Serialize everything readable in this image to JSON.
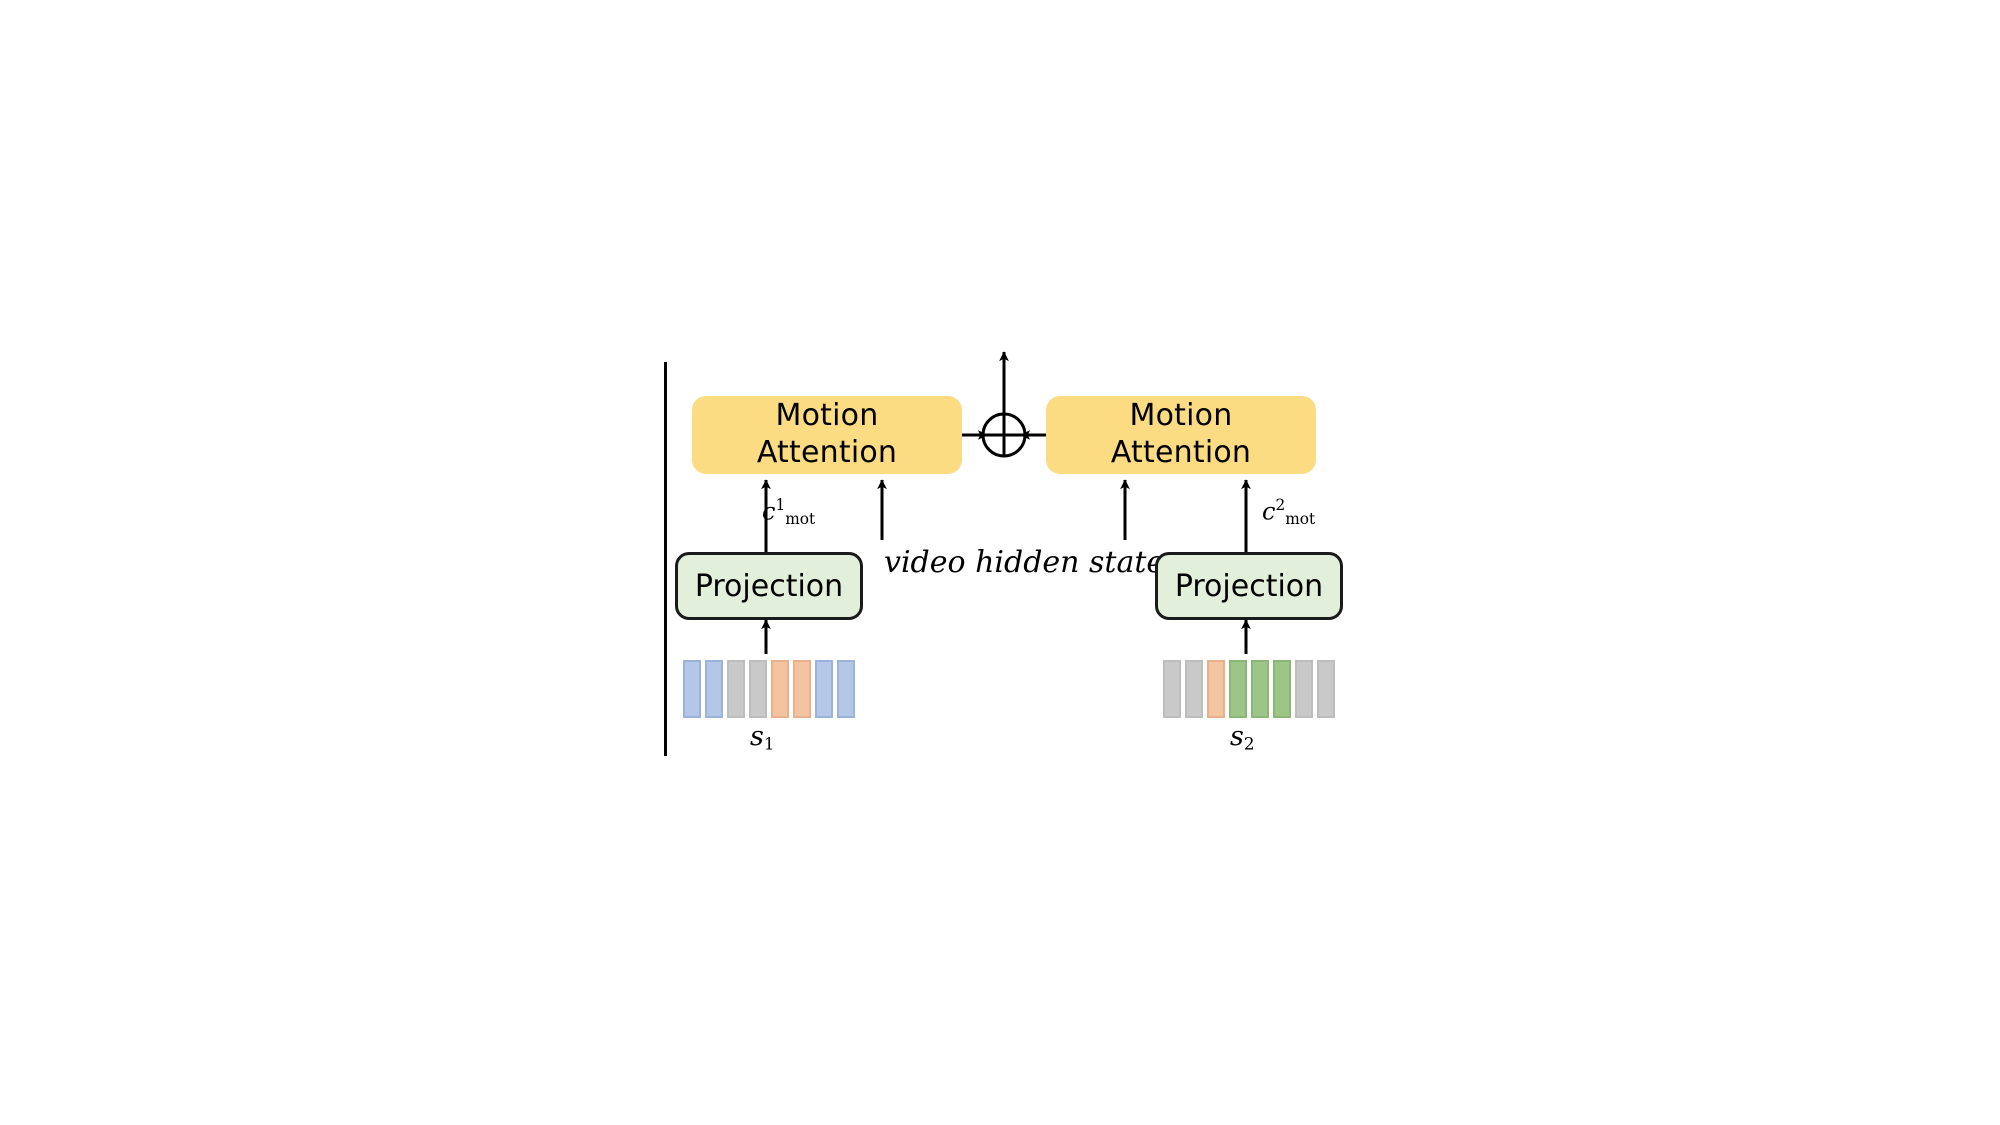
{
  "figure": {
    "name": "motion-attention-fusion-diagram",
    "background": "#ffffff"
  },
  "colors": {
    "attention_fill": "#fcdc82",
    "projection_fill": "#e2efda",
    "projection_border": "#1a1a1a",
    "token_blue": "#b4c7e7",
    "token_blue_border": "#9bb3da",
    "token_gray": "#c9c9c9",
    "token_gray_border": "#bdbdbd",
    "token_orange": "#f4c3a0",
    "token_orange_border": "#e8b18c",
    "token_green": "#9cc587",
    "token_green_border": "#8ab777",
    "stroke": "#000000"
  },
  "branches": [
    {
      "id": "branch-1",
      "attention": {
        "line1": "Motion",
        "line2": "Attention"
      },
      "projection": {
        "label": "Projection"
      },
      "motion_context_label": {
        "base": "c",
        "sup": "1",
        "sub": "mot"
      },
      "strip_label": {
        "base": "s",
        "sub": "1"
      },
      "tokens": [
        "blue",
        "blue",
        "gray",
        "gray",
        "orange",
        "orange",
        "blue",
        "blue"
      ]
    },
    {
      "id": "branch-2",
      "attention": {
        "line1": "Motion",
        "line2": "Attention"
      },
      "projection": {
        "label": "Projection"
      },
      "motion_context_label": {
        "base": "c",
        "sup": "2",
        "sub": "mot"
      },
      "strip_label": {
        "base": "s",
        "sub": "2"
      },
      "tokens": [
        "gray",
        "gray",
        "orange",
        "green",
        "green",
        "green",
        "gray",
        "gray"
      ]
    }
  ],
  "fusion": {
    "operator_name": "circled-plus",
    "operator_glyph": "+",
    "inputs_from": [
      "branch-1-attention",
      "branch-2-attention"
    ],
    "output_direction": "up"
  },
  "annotations": {
    "video_hidden_state": "video hidden state"
  },
  "edges": [
    {
      "name": "tokens-1-to-projection-1",
      "from": "strip-1",
      "to": "projection-1",
      "direction": "up"
    },
    {
      "name": "projection-1-to-attention-1",
      "from": "projection-1",
      "to": "attention-1",
      "direction": "up",
      "label": "c^1_mot"
    },
    {
      "name": "video-hidden-state-to-attention-1",
      "from": "video-hidden-state",
      "to": "attention-1",
      "direction": "up"
    },
    {
      "name": "attention-1-to-fusion",
      "from": "attention-1",
      "to": "fusion",
      "direction": "right"
    },
    {
      "name": "tokens-2-to-projection-2",
      "from": "strip-2",
      "to": "projection-2",
      "direction": "up"
    },
    {
      "name": "projection-2-to-attention-2",
      "from": "projection-2",
      "to": "attention-2",
      "direction": "up",
      "label": "c^2_mot"
    },
    {
      "name": "video-hidden-state-to-attention-2",
      "from": "video-hidden-state",
      "to": "attention-2",
      "direction": "up"
    },
    {
      "name": "attention-2-to-fusion",
      "from": "attention-2",
      "to": "fusion",
      "direction": "left"
    },
    {
      "name": "fusion-output",
      "from": "fusion",
      "to": "output",
      "direction": "up"
    }
  ]
}
